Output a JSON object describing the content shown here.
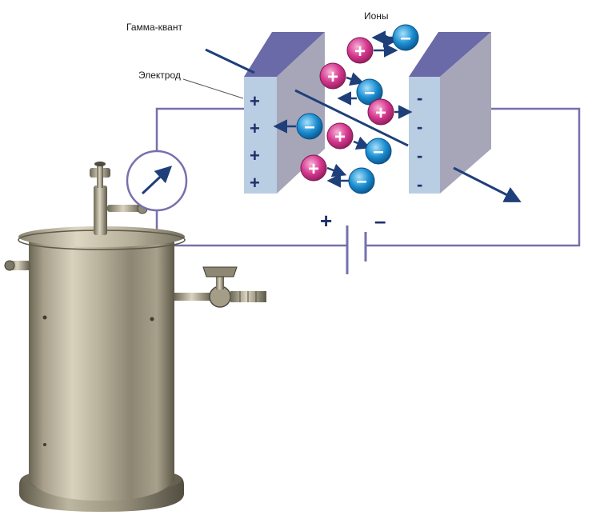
{
  "labels": {
    "gamma": "Гамма-квант",
    "electrode": "Электрод",
    "ions": "Ионы"
  },
  "electrode_left_signs": [
    "+",
    "+",
    "+",
    "+"
  ],
  "electrode_right_signs": [
    "-",
    "-",
    "-",
    "-"
  ],
  "battery": {
    "plus": "+",
    "minus": "–"
  },
  "ion_signs": {
    "positive": "+",
    "negative": "–"
  },
  "colors": {
    "plate_front": "#b9cde3",
    "plate_side": "#a7a6b8",
    "plate_top": "#6b6aa8",
    "wire": "#7670ad",
    "arrow": "#1f3f7a",
    "positive_ion": "#d6378f",
    "negative_ion": "#1b8fd2",
    "sign": "#1f2f6b"
  }
}
